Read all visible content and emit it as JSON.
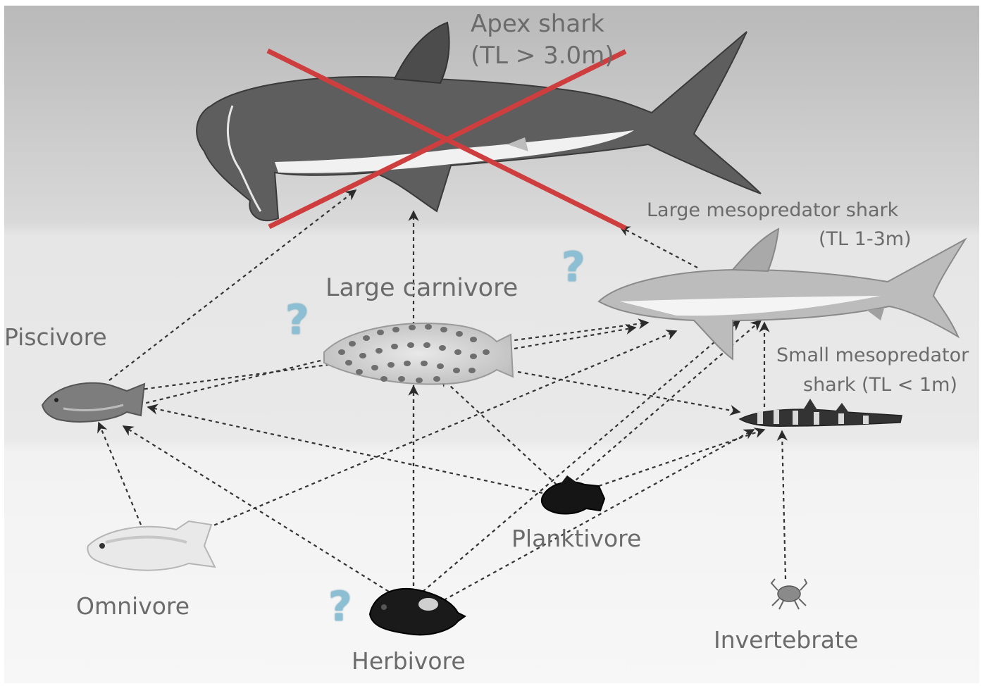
{
  "nodes": {
    "apex_shark": {
      "label": "Apex shark",
      "sublabel": "(TL > 3.0m)"
    },
    "large_meso": {
      "label": "Large mesopredator shark",
      "sublabel": "(TL 1-3m)"
    },
    "small_meso": {
      "label": "Small mesopredator",
      "sublabel": "shark (TL < 1m)"
    },
    "large_carnivore": {
      "label": "Large carnivore"
    },
    "piscivore": {
      "label": "Piscivore"
    },
    "omnivore": {
      "label": "Omnivore"
    },
    "herbivore": {
      "label": "Herbivore"
    },
    "planktivore": {
      "label": "Planktivore"
    },
    "invertebrate": {
      "label": "Invertebrate"
    }
  },
  "question_mark": "?",
  "edges": [
    [
      "piscivore",
      "apex_shark"
    ],
    [
      "herbivore",
      "apex_shark"
    ],
    [
      "large_meso",
      "apex_shark"
    ],
    [
      "piscivore",
      "large_meso"
    ],
    [
      "large_carnivore",
      "large_meso"
    ],
    [
      "omnivore",
      "large_meso"
    ],
    [
      "herbivore",
      "large_meso"
    ],
    [
      "planktivore",
      "large_meso"
    ],
    [
      "small_meso",
      "large_meso"
    ],
    [
      "large_carnivore",
      "piscivore"
    ],
    [
      "omnivore",
      "piscivore"
    ],
    [
      "herbivore",
      "piscivore"
    ],
    [
      "planktivore",
      "piscivore"
    ],
    [
      "herbivore",
      "large_carnivore"
    ],
    [
      "planktivore",
      "large_carnivore"
    ],
    [
      "large_carnivore",
      "small_meso"
    ],
    [
      "herbivore",
      "small_meso"
    ],
    [
      "planktivore",
      "small_meso"
    ],
    [
      "invertebrate",
      "small_meso"
    ]
  ],
  "colors": {
    "cross": "#cf3e3e",
    "question": "#8cbfd3",
    "label": "#6b6b6b",
    "edge": "#333333"
  },
  "removed_node": "apex_shark"
}
